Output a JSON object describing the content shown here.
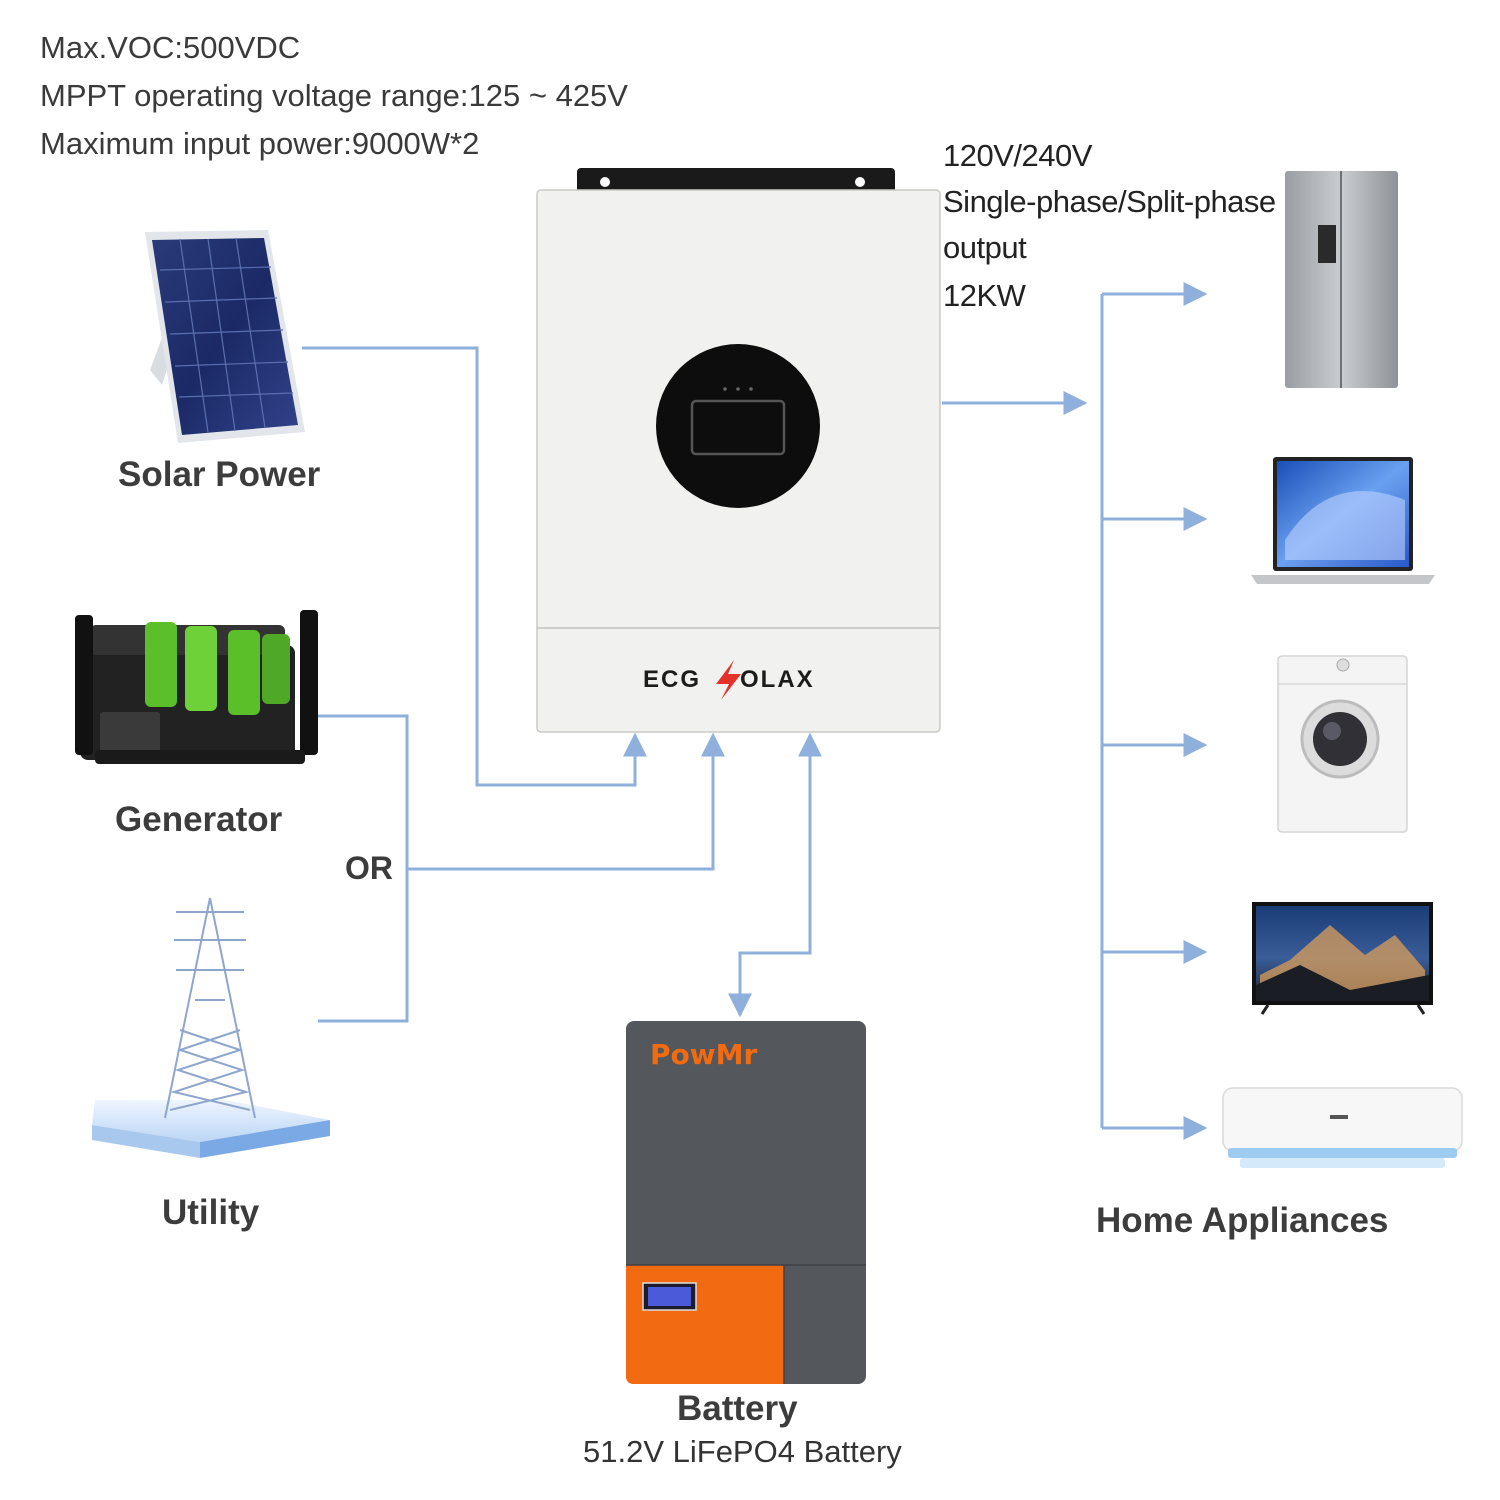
{
  "specs": {
    "line1": "Max.VOC:500VDC",
    "line2": "MPPT operating voltage range:125 ~ 425V",
    "line3": "Maximum input power:9000W*2"
  },
  "output": {
    "line1": "120V/240V",
    "line2": "Single-phase/Split-phase",
    "line3": "output",
    "line4": "12KW"
  },
  "sources": {
    "solar": "Solar Power",
    "generator": "Generator",
    "or": "OR",
    "utility": "Utility"
  },
  "inverter": {
    "brand_left": "ECG",
    "brand_right": "OLAX"
  },
  "battery": {
    "brand": "PowMr",
    "label": "Battery",
    "sublabel": "51.2V LiFePO4 Battery"
  },
  "appliances": {
    "label": "Home Appliances"
  },
  "colors": {
    "connector": "#8fb0dc",
    "battery_orange": "#f26b10",
    "battery_grey": "#54575c",
    "inverter_body": "#f1f1ef"
  }
}
